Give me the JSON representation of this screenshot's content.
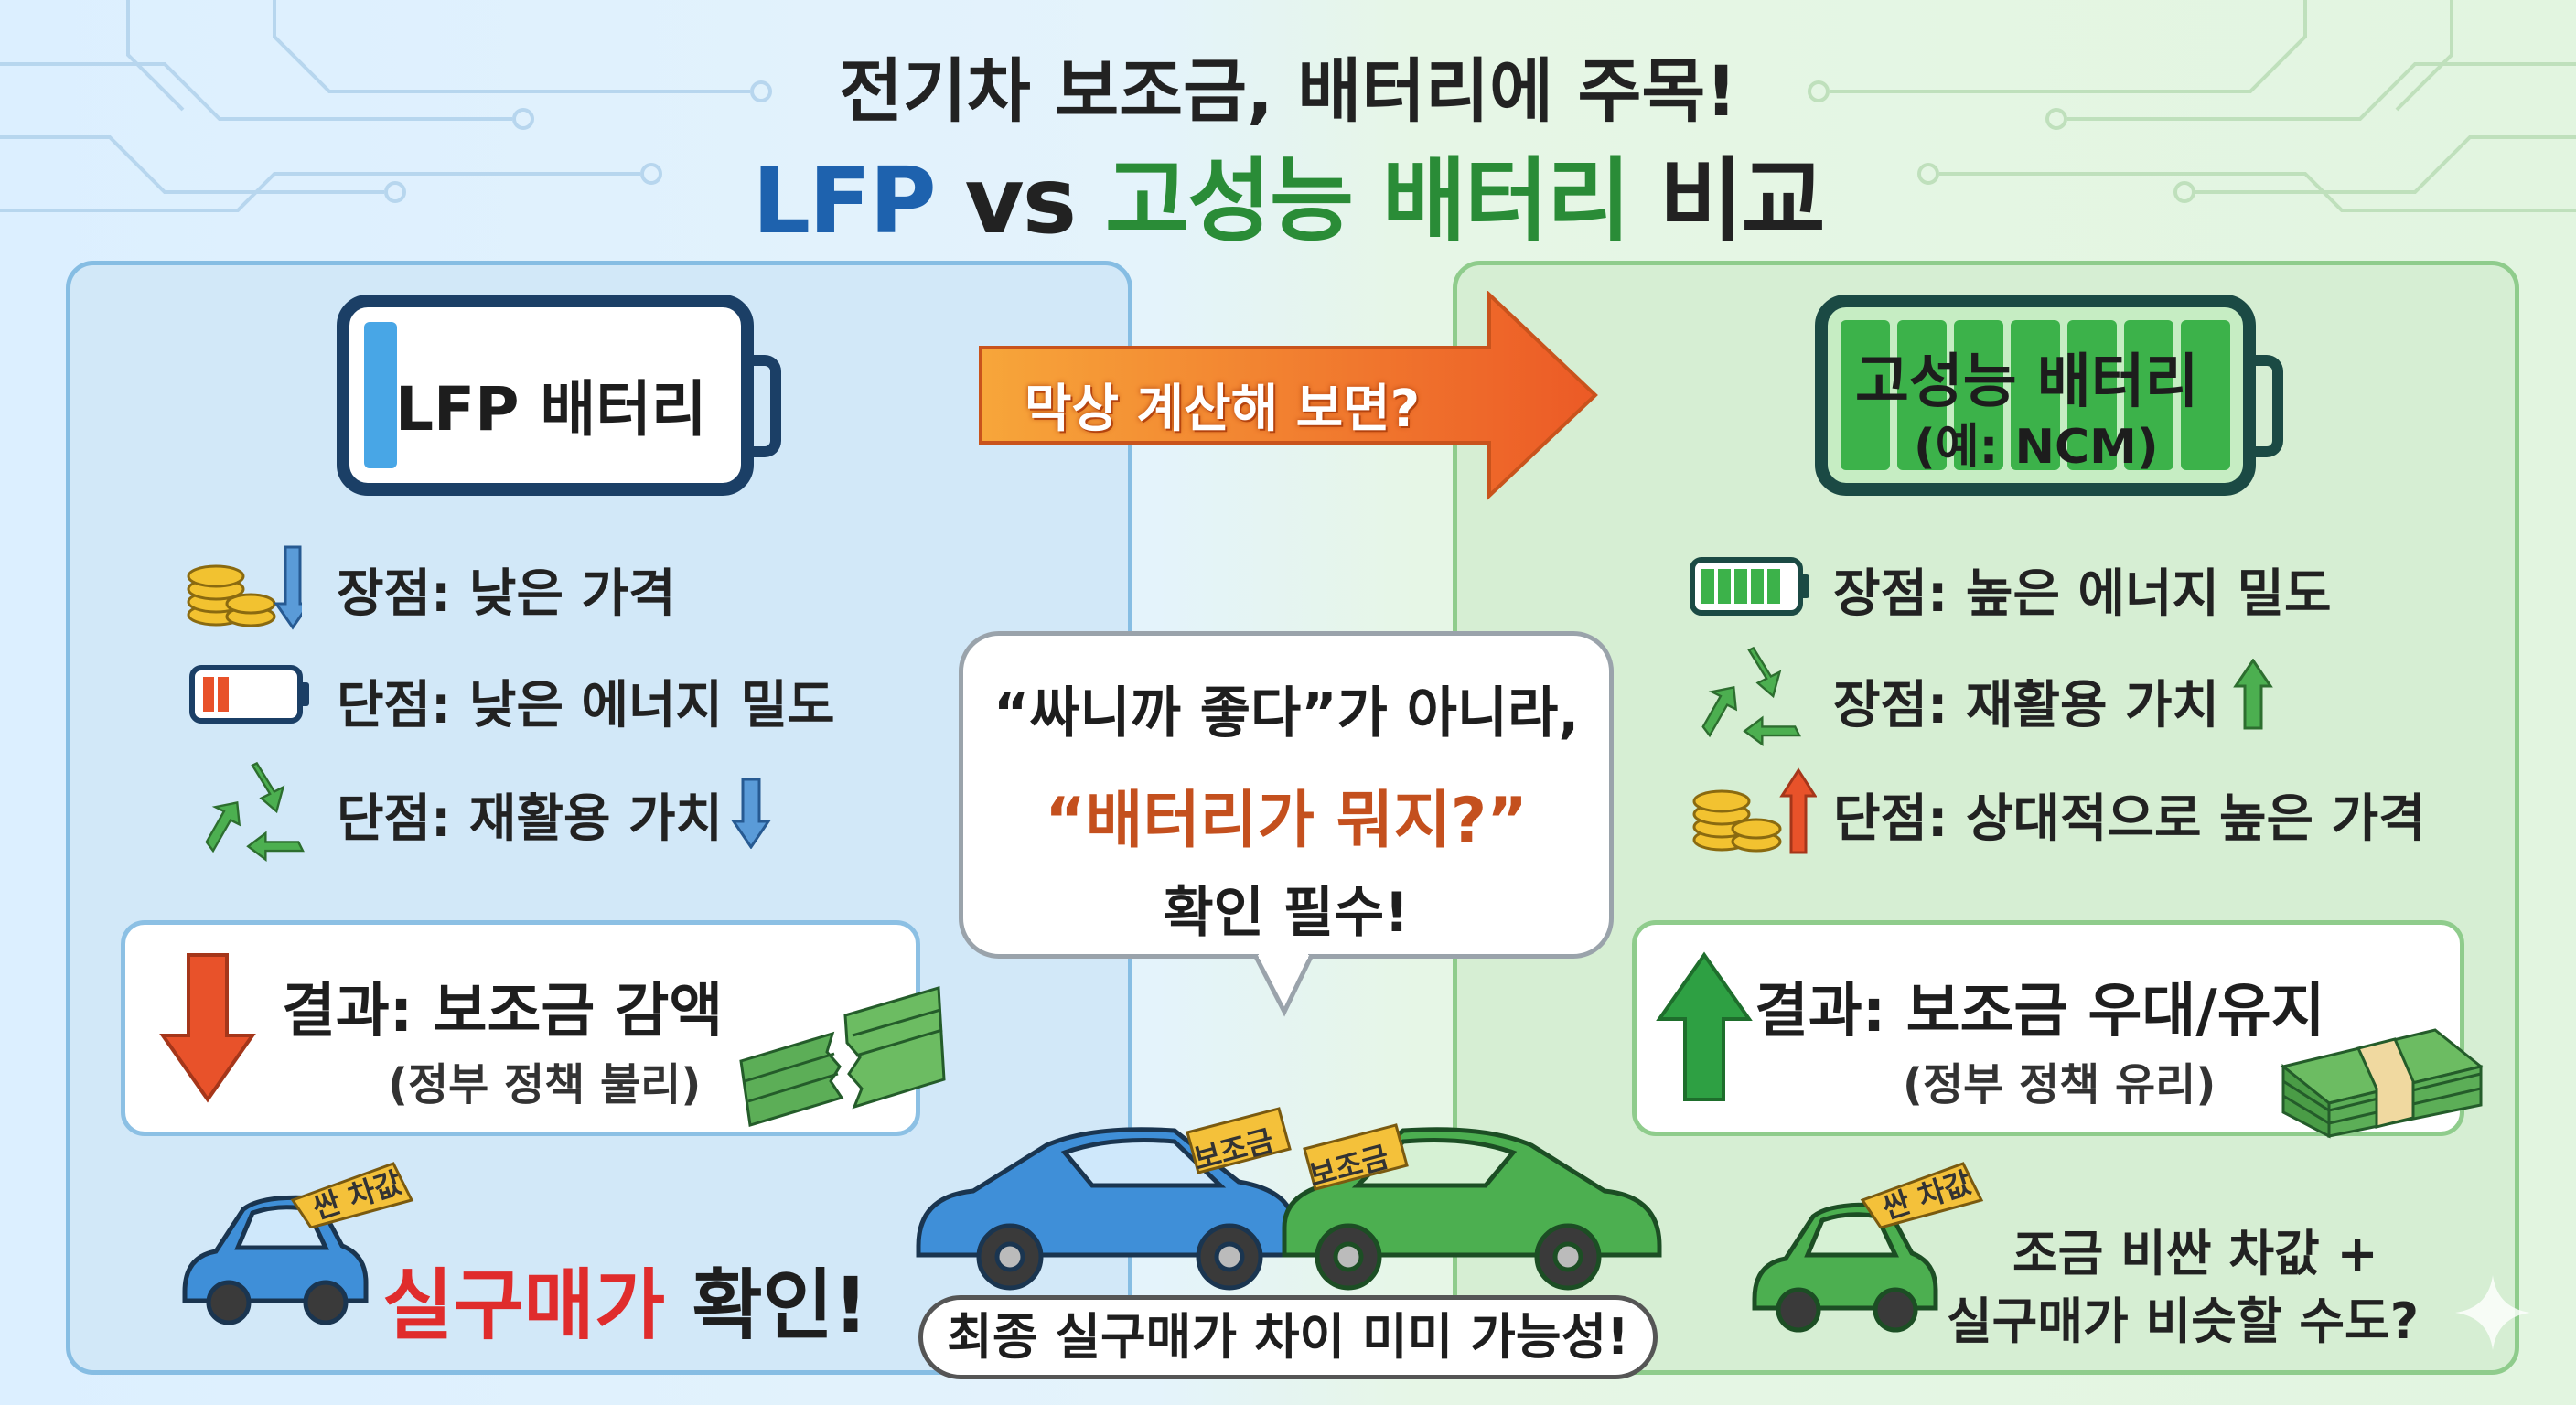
{
  "header": {
    "title_line1": "전기차 보조금, 배터리에 주목!",
    "title_lfp": "LFP",
    "title_vs": " vs ",
    "title_high": "고성능 배터리",
    "title_compare": " 비교"
  },
  "left": {
    "battery_label": "LFP 배터리",
    "pro_price": "장점: 낮은 가격",
    "con_density": "단점: 낮은 에너지 밀도",
    "con_recycle": "단점: 재활용 가치",
    "result_title": "결과: 보조금 감액",
    "result_sub": "(정부 정책 불리)",
    "price_tag": "싼 차값",
    "real_price_red": "실구매가",
    "real_price_black": " 확인!"
  },
  "center": {
    "arrow_label": "막상 계산해 보면?",
    "bubble_line1": "“싸니까 좋다”가 아니라,",
    "bubble_line2": "“배터리가 뭐지?”",
    "bubble_line3": "확인 필수!",
    "tag_left": "보조금",
    "tag_right": "보조금",
    "bottom_text": "최종 실구매가 차이 미미 가능성!"
  },
  "right": {
    "battery_label": "고성능 배터리",
    "battery_sub": "(예: NCM)",
    "pro_density": "장점: 높은 에너지 밀도",
    "pro_recycle": "장점: 재활용 가치",
    "con_price": "단점: 상대적으로 높은 가격",
    "result_title": "결과: 보조금 우대/유지",
    "result_sub": "(정부 정책 유리)",
    "price_tag": "싼 차값",
    "note_line1": "조금 비싼 차값 +",
    "note_line2": "실구매가 비슷할 수도?"
  },
  "colors": {
    "lfp_blue": "#1e62ae",
    "high_green": "#2a8c37",
    "arrow_orange": "#f07a2a",
    "down_red": "#e8522a",
    "up_green": "#2ea043",
    "highlight_red": "#e02c2c"
  }
}
